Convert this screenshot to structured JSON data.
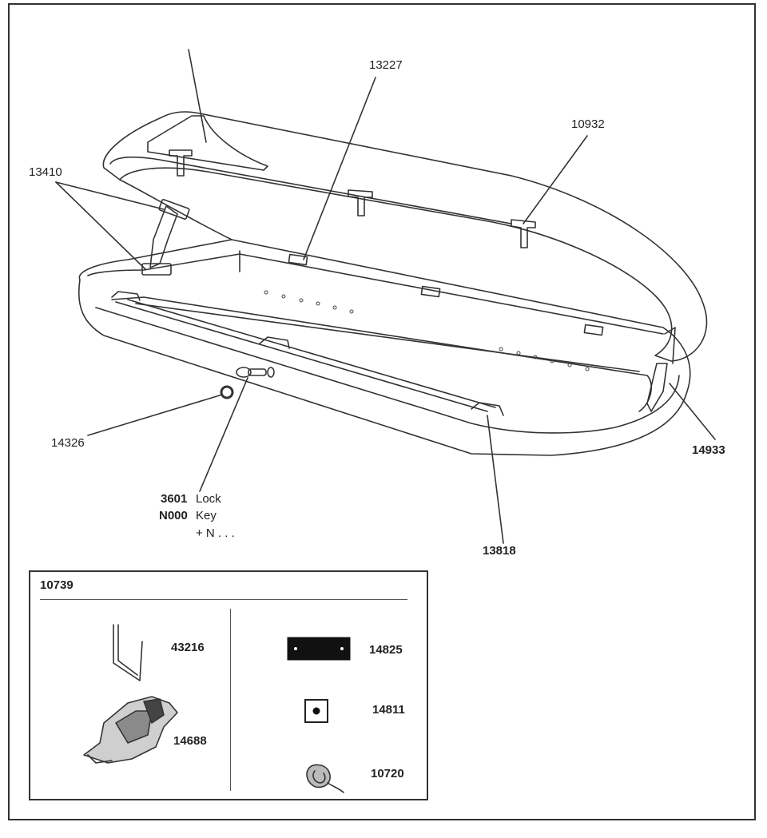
{
  "parts": {
    "p13227": "13227",
    "p10932": "10932",
    "p13410": "13410",
    "p14326": "14326",
    "p14933": "14933",
    "p13818": "13818",
    "lock_code": "3601",
    "lock_text": "Lock",
    "key_code": "N000",
    "key_text": "Key",
    "more_text": "+ N . . ."
  },
  "kit": {
    "id": "10739",
    "items": {
      "bolt": "43216",
      "bracket": "14688",
      "pad": "14825",
      "square": "14811",
      "strap": "10720"
    }
  }
}
